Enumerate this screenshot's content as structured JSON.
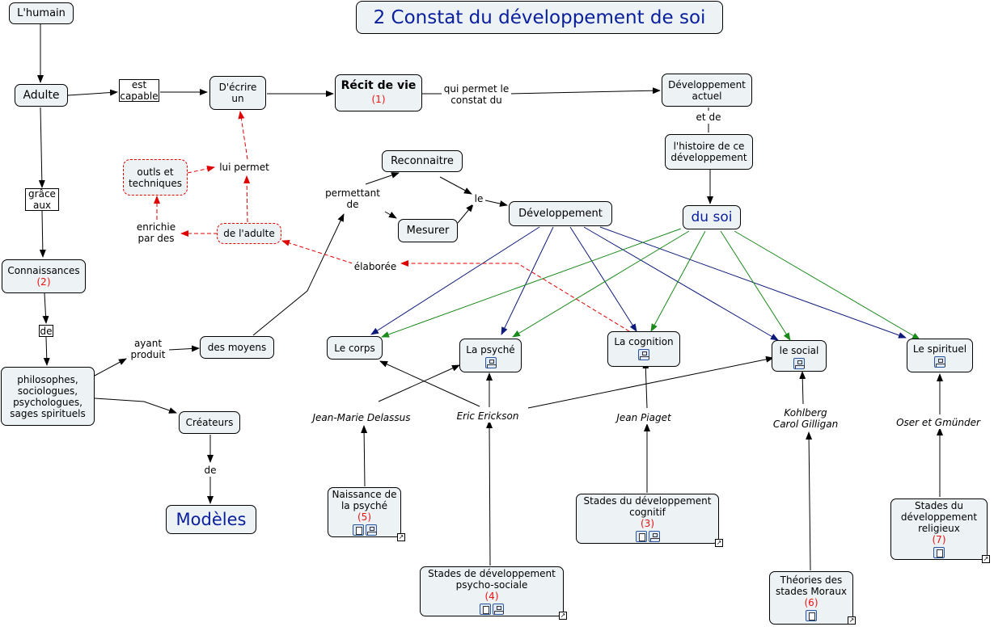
{
  "title": "2  Constat du développement de soi",
  "nodes": {
    "humain": "L'humain",
    "adulte": "Adulte",
    "decrire": "D'écrire un",
    "recit": {
      "label": "Récit de vie",
      "num": "(1)"
    },
    "dev_actuel": "Développement actuel",
    "histoire": "l'histoire de ce développement",
    "du_soi": "du soi",
    "connaissances": {
      "label": "Connaissances",
      "num": "(2)"
    },
    "philosophes": "philosophes, sociologues, psychologues, sages spirituels",
    "moyens": "des moyens",
    "createurs": "Créateurs",
    "modeles": "Modèles",
    "reconnaitre": "Reconnaitre",
    "mesurer": "Mesurer",
    "developpement": "Développement",
    "outils": "outls et techniques",
    "de_adulte": "de l'adulte",
    "corps": "Le corps",
    "psyche": "La psyché",
    "cognition": "La cognition",
    "social": "le social",
    "spirituel": "Le spirituel",
    "naissance": {
      "label": "Naissance de la psyché",
      "num": "(5)"
    },
    "stades_psycho": {
      "label": "Stades de développement psycho-sociale",
      "num": "(4)"
    },
    "stades_cognitif": {
      "label": "Stades du développement cognitif",
      "num": "(3)"
    },
    "theories": {
      "label": "Théories des stades Moraux",
      "num": "(6)"
    },
    "stades_religieux": {
      "label": "Stades du développement religieux",
      "num": "(7)"
    }
  },
  "links": {
    "est_capable": "est capable",
    "qui_permet": "qui permet le constat du",
    "et_de": "et de",
    "grace_aux": "grâce aux",
    "de1": "de",
    "de2": "de",
    "ayant_produit": "ayant produit",
    "permettant_de": "permettant de",
    "le": "le",
    "lui_permet": "lui permet",
    "enrichie": "enrichie par des",
    "elaboree": "élaborée"
  },
  "authors": {
    "delassus": "Jean-Marie Delassus",
    "erickson": "Eric Erickson",
    "piaget": "Jean Piaget",
    "kohlberg": "Kohlberg Carol Gilligan",
    "oser": "Oser et Gmünder"
  },
  "colors": {
    "node_bg": "#edf2f5",
    "navy": "#0d1a7a",
    "green": "#1a8a1a",
    "red": "#e00000",
    "blue_text": "#0a1f9c"
  }
}
